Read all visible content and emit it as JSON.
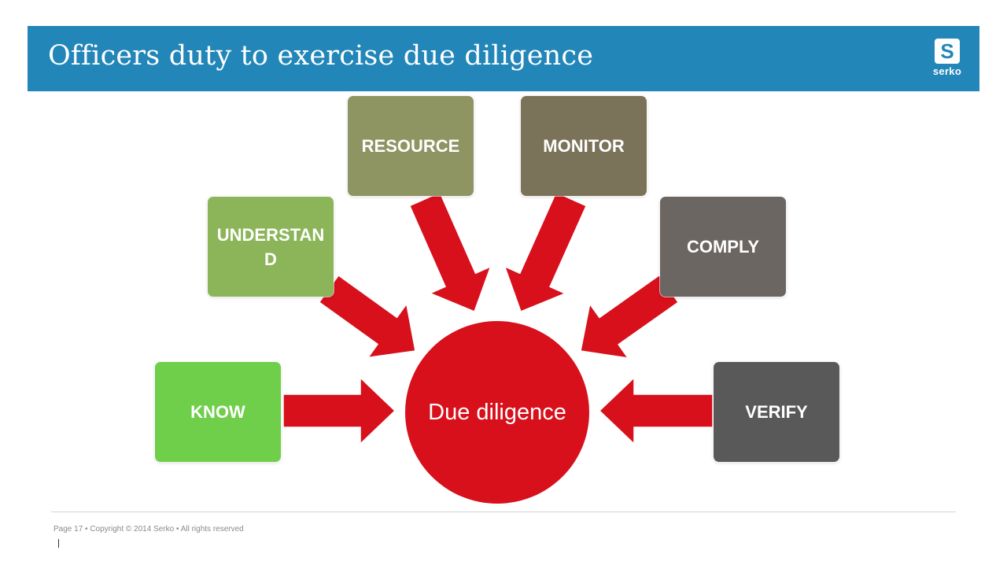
{
  "header": {
    "title": "Officers duty to exercise due diligence",
    "logo_letter": "S",
    "logo_text": "serko"
  },
  "diagram": {
    "center": {
      "label": "Due diligence",
      "color": "#d7101c"
    },
    "arrow_color": "#d7101c",
    "nodes": [
      {
        "id": "know",
        "label": "KNOW",
        "color": "#6fce4a"
      },
      {
        "id": "understand",
        "label": "UNDERSTAND",
        "color": "#8cb55a"
      },
      {
        "id": "resource",
        "label": "RESOURCE",
        "color": "#8e9562"
      },
      {
        "id": "monitor",
        "label": "MONITOR",
        "color": "#7a7259"
      },
      {
        "id": "comply",
        "label": "COMPLY",
        "color": "#6b6661"
      },
      {
        "id": "verify",
        "label": "VERIFY",
        "color": "#595959"
      }
    ]
  },
  "footer": {
    "text": "Page 17 • Copyright © 2014 Serko • All rights reserved"
  }
}
